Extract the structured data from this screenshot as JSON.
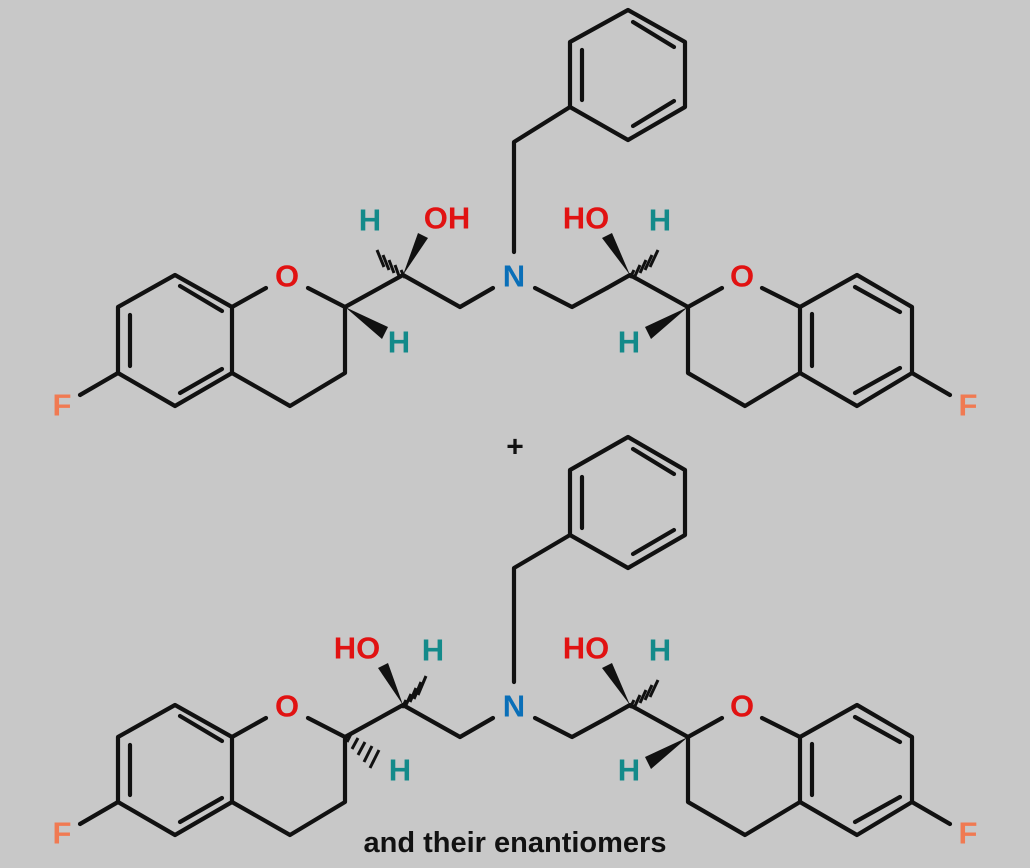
{
  "colors": {
    "background": "#c8c8c8",
    "bond": "#111111",
    "oxygen": "#e11212",
    "nitrogen": "#0a6fb8",
    "hydrogen": "#138a8a",
    "fluorine": "#f07a52",
    "text": "#111111"
  },
  "molecules": [
    {
      "atoms": {
        "f_left": "F",
        "o_ring_left": "O",
        "h_c2_left": "H",
        "h_c1_left": "H",
        "oh_left": "OH",
        "n": "N",
        "oh_right": "HO",
        "h_c1_right": "H",
        "h_c2_right": "H",
        "o_ring_right": "O",
        "f_right": "F"
      }
    },
    {
      "atoms": {
        "f_left": "F",
        "o_ring_left": "O",
        "h_c2_left": "H",
        "oh_left": "HO",
        "h_c1_left": "H",
        "n": "N",
        "oh_right": "HO",
        "h_c1_right": "H",
        "h_c2_right": "H",
        "o_ring_right": "O",
        "f_right": "F"
      }
    }
  ],
  "plus_sign": "+",
  "caption": "and their enantiomers"
}
